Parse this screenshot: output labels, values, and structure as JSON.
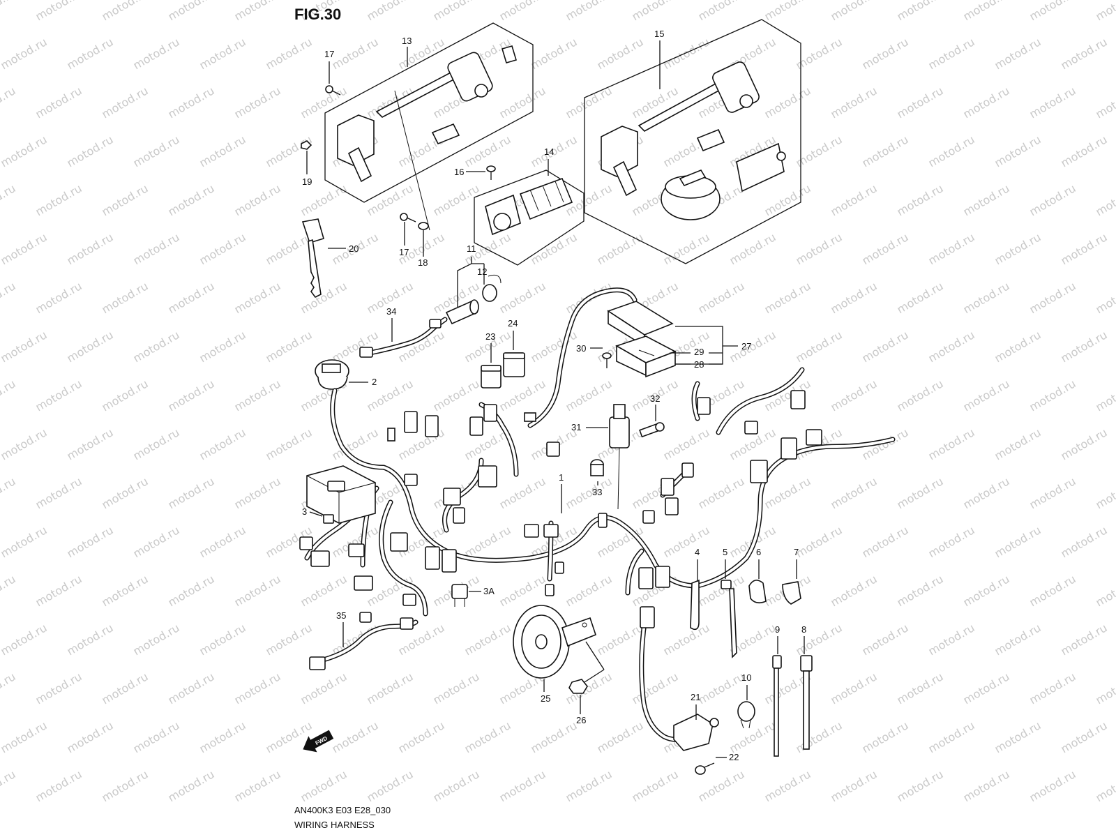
{
  "figure": {
    "title": "FIG.30",
    "code": "AN400K3 E03 E28_030",
    "name": "WIRING HARNESS",
    "fwd_label": "FWD"
  },
  "watermark": "motod.ru",
  "callouts": {
    "c13": "13",
    "c17a": "17",
    "c19": "19",
    "c17b": "17",
    "c18": "18",
    "c20": "20",
    "c15": "15",
    "c14": "14",
    "c16": "16",
    "c11": "11",
    "c12": "12",
    "c34": "34",
    "c23": "23",
    "c24": "24",
    "c2": "2",
    "c27": "27",
    "c29": "29",
    "c28": "28",
    "c30": "30",
    "c32": "32",
    "c31": "31",
    "c33": "33",
    "c1": "1",
    "c3": "3",
    "c3A": "3A",
    "c4": "4",
    "c5": "5",
    "c6": "6",
    "c7": "7",
    "c35": "35",
    "c25": "25",
    "c26": "26",
    "c9": "9",
    "c8": "8",
    "c10": "10",
    "c21": "21",
    "c22": "22"
  }
}
